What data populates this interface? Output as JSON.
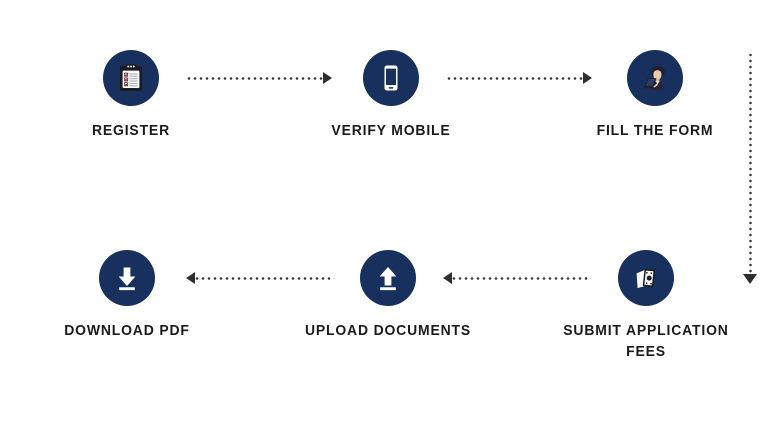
{
  "theme": {
    "background": "#ffffff",
    "circle_fill": "#17305e",
    "icon_fill": "#ffffff",
    "label_color": "#1b1b1b",
    "connector_color": "#3b3b3b",
    "accent_red": "#c0392b"
  },
  "flow": {
    "type": "process-flow",
    "direction": "left-to-right then right-to-left (snake)",
    "step_count": 6,
    "steps": [
      {
        "id": "register",
        "order": 1,
        "label": "REGISTER",
        "icon": "clipboard-checklist-icon",
        "row": "top",
        "column": 1
      },
      {
        "id": "verify-mobile",
        "order": 2,
        "label": "VERIFY MOBILE",
        "icon": "smartphone-icon",
        "row": "top",
        "column": 2
      },
      {
        "id": "fill-form",
        "order": 3,
        "label": "FILL THE FORM",
        "icon": "person-at-laptop-icon",
        "row": "top",
        "column": 3
      },
      {
        "id": "submit-fees",
        "order": 4,
        "label": "SUBMIT APPLICATION\nFEES",
        "icon": "banknotes-icon",
        "row": "bottom",
        "column": 3
      },
      {
        "id": "upload-documents",
        "order": 5,
        "label": "UPLOAD DOCUMENTS",
        "icon": "upload-arrow-icon",
        "row": "bottom",
        "column": 2
      },
      {
        "id": "download-pdf",
        "order": 6,
        "label": "DOWNLOAD PDF",
        "icon": "download-arrow-icon",
        "row": "bottom",
        "column": 1
      }
    ],
    "connectors": [
      {
        "id": "register-to-verify",
        "from": "register",
        "to": "verify-mobile",
        "style": "dotted",
        "direction": "right"
      },
      {
        "id": "verify-to-fill",
        "from": "verify-mobile",
        "to": "fill-form",
        "style": "dotted",
        "direction": "right"
      },
      {
        "id": "fill-to-fees",
        "from": "fill-form",
        "to": "submit-fees",
        "style": "dotted",
        "direction": "down"
      },
      {
        "id": "fees-to-upload",
        "from": "submit-fees",
        "to": "upload-documents",
        "style": "dotted",
        "direction": "left"
      },
      {
        "id": "upload-to-download",
        "from": "upload-documents",
        "to": "download-pdf",
        "style": "dotted",
        "direction": "left"
      }
    ]
  }
}
